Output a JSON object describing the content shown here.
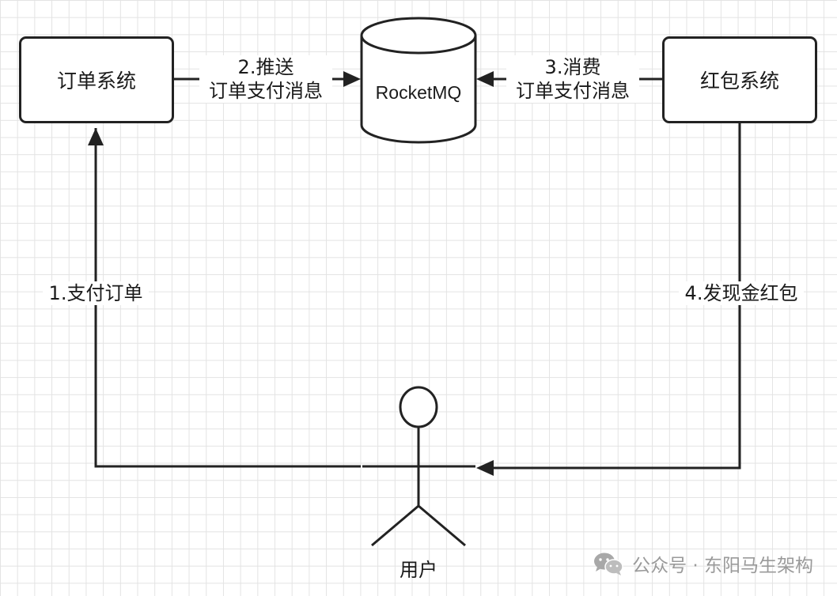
{
  "nodes": {
    "order_system": "订单系统",
    "rocketmq": "RocketMQ",
    "redpacket_system": "红包系统",
    "user": "用户"
  },
  "edges": {
    "pay_order": "1.支付订单",
    "push_title": "2.推送",
    "push_body": "订单支付消息",
    "consume_title": "3.消费",
    "consume_body": "订单支付消息",
    "send_cash": "4.发现金红包"
  },
  "watermark": "公众号 · 东阳马生架构",
  "colors": {
    "stroke": "#222222",
    "grid": "#e3e3e3",
    "watermark": "#9a9a9a"
  }
}
